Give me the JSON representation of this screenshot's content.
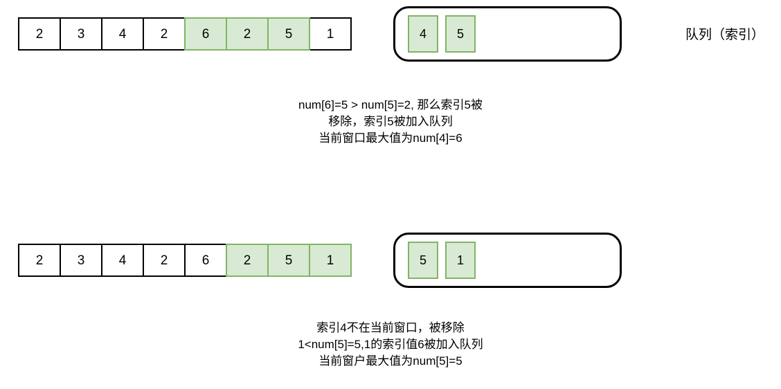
{
  "diagram": {
    "title_label": "队列（索引）",
    "steps": [
      {
        "array": {
          "values": [
            "2",
            "3",
            "4",
            "2",
            "6",
            "2",
            "5",
            "1"
          ],
          "highlighted": [
            4,
            5,
            6
          ]
        },
        "queue": {
          "values": [
            "4",
            "5"
          ]
        },
        "caption": {
          "line1": "num[6]=5  > num[5]=2, 那么索引5被",
          "line2": "移除，索引5被加入队列",
          "line3": "当前窗口最大值为num[4]=6"
        }
      },
      {
        "array": {
          "values": [
            "2",
            "3",
            "4",
            "2",
            "6",
            "2",
            "5",
            "1"
          ],
          "highlighted": [
            5,
            6,
            7
          ]
        },
        "queue": {
          "values": [
            "5",
            "1"
          ]
        },
        "caption": {
          "line1": "索引4不在当前窗口，被移除",
          "line2": "1<num[5]=5,1的索引值6被加入队列",
          "line3": "当前窗户最大值为num[5]=5"
        }
      }
    ],
    "colors": {
      "highlight_fill": "#d8ead3",
      "highlight_border": "#82b366",
      "outline": "#000000",
      "background": "#ffffff"
    }
  }
}
